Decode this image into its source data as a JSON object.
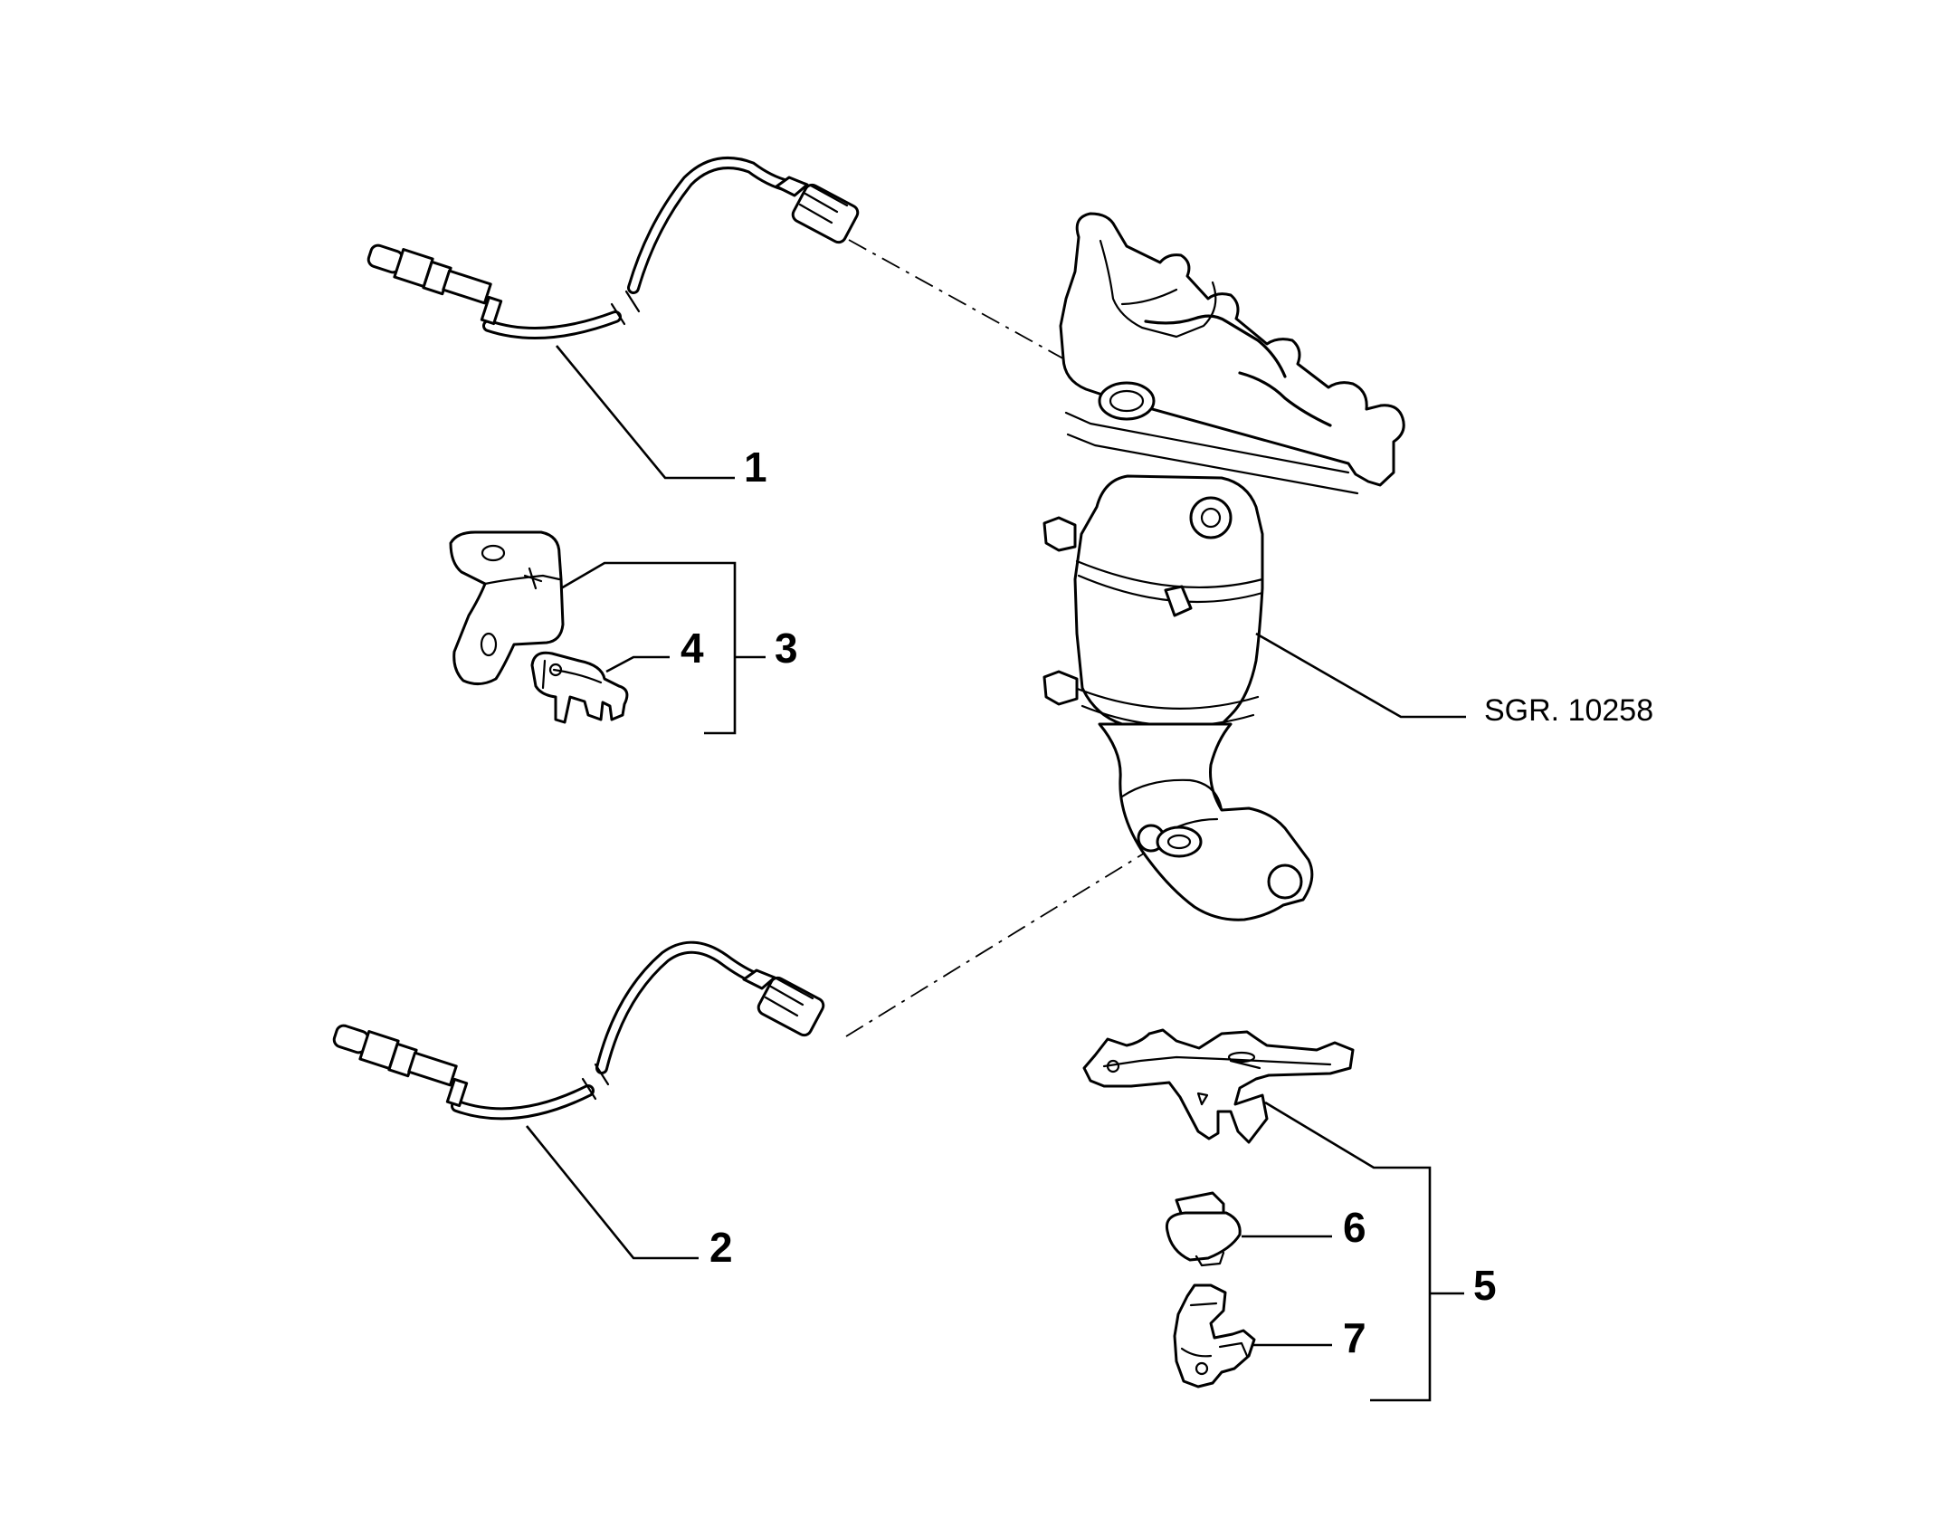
{
  "callouts": {
    "c1": "1",
    "c2": "2",
    "c3": "3",
    "c4": "4",
    "c5": "5",
    "c6": "6",
    "c7": "7"
  },
  "reference": "SGR. 10258"
}
